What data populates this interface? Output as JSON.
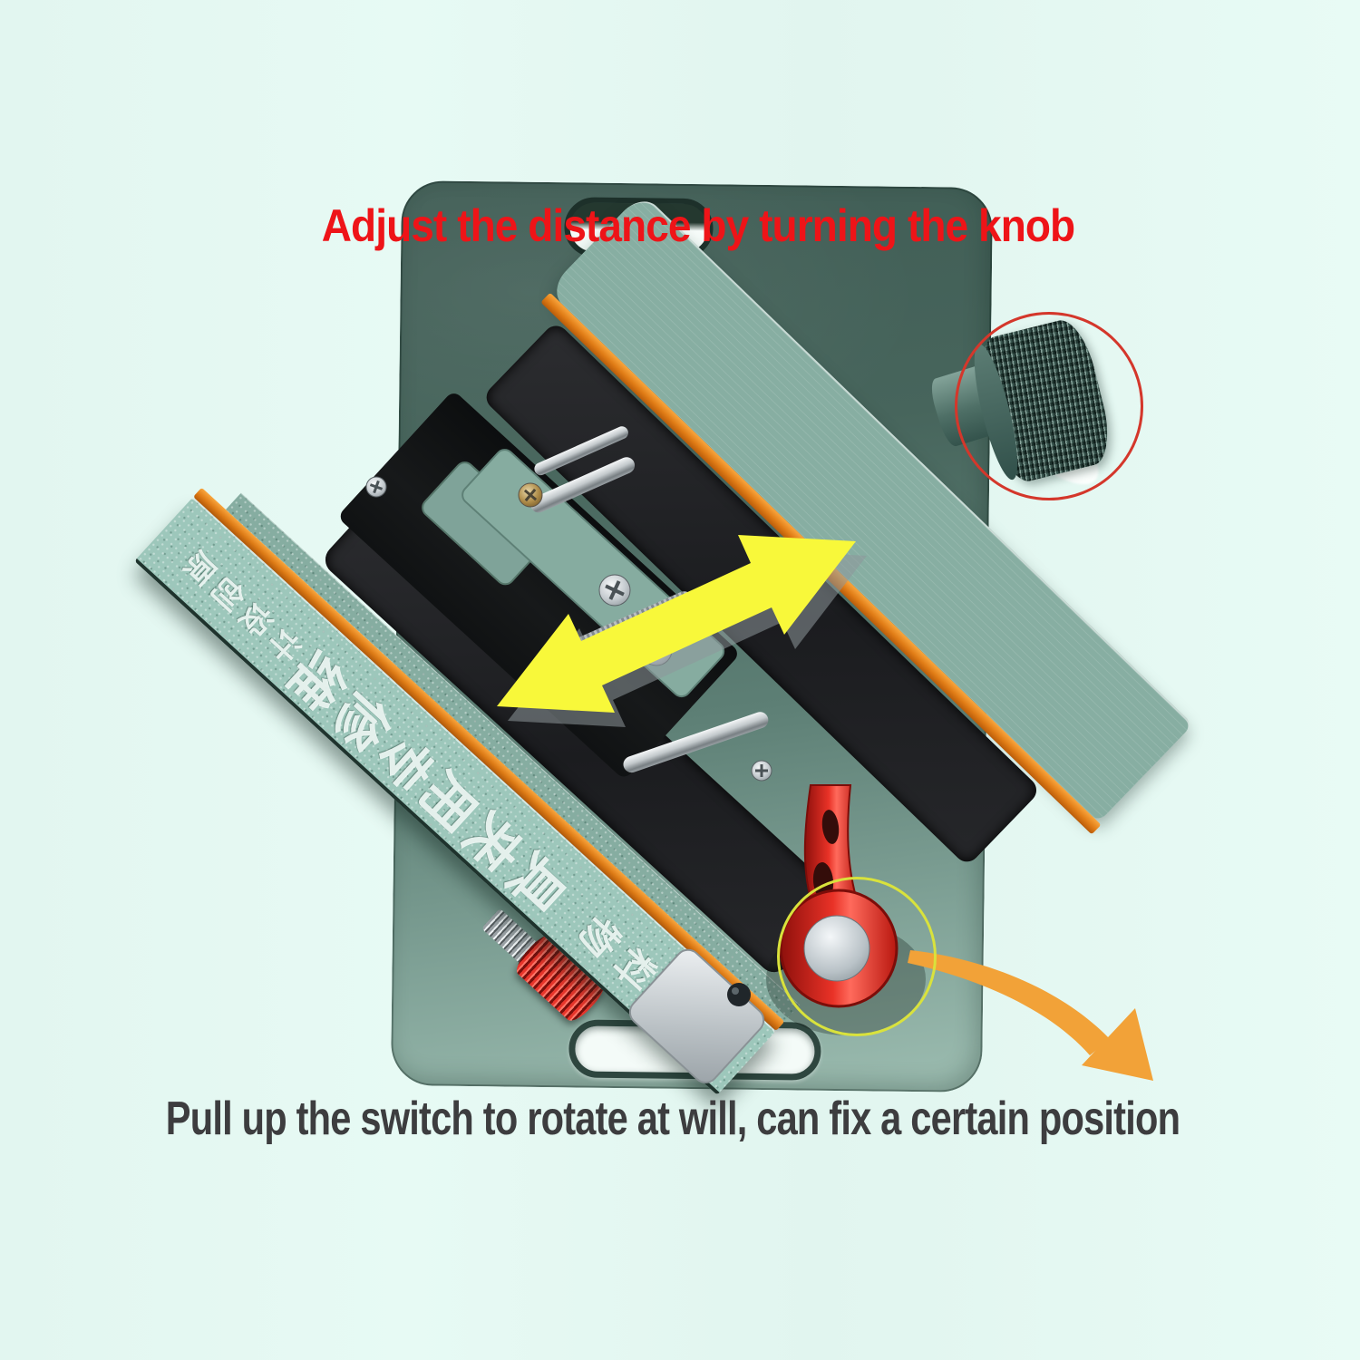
{
  "annotations": {
    "top_label": {
      "text": "Adjust the distance by turning the knob",
      "color": "#ee1418"
    },
    "bottom_label": {
      "text": "Pull up the switch to rotate at will, can fix a certain position",
      "color": "#3d3d3f"
    }
  },
  "device": {
    "engraving": {
      "small": "原创设计",
      "large": "维修专用夹具",
      "end": "物料固定",
      "color": "#eef6f2"
    }
  },
  "callouts": {
    "knob_circle": {
      "shape": "circle",
      "color": "#d4372b"
    },
    "switch_circle": {
      "shape": "circle",
      "color": "#d9e23c"
    },
    "distance_arrow": {
      "shape": "double-arrow",
      "color": "#f8f83a"
    },
    "rotate_arrow": {
      "shape": "curved-arrow",
      "color": "#f2a238"
    }
  },
  "palette": {
    "background": "#e4f8f2",
    "base_plate_dark": "#405d55",
    "base_plate_light": "#9dbdb1",
    "rail_teal": "#9dc7bb",
    "accent_orange": "#ee8a2a",
    "pad_black": "#232325",
    "knob_teal": "#46655d",
    "lever_red": "#e93227",
    "thumbscrew_red": "#e8352b"
  }
}
